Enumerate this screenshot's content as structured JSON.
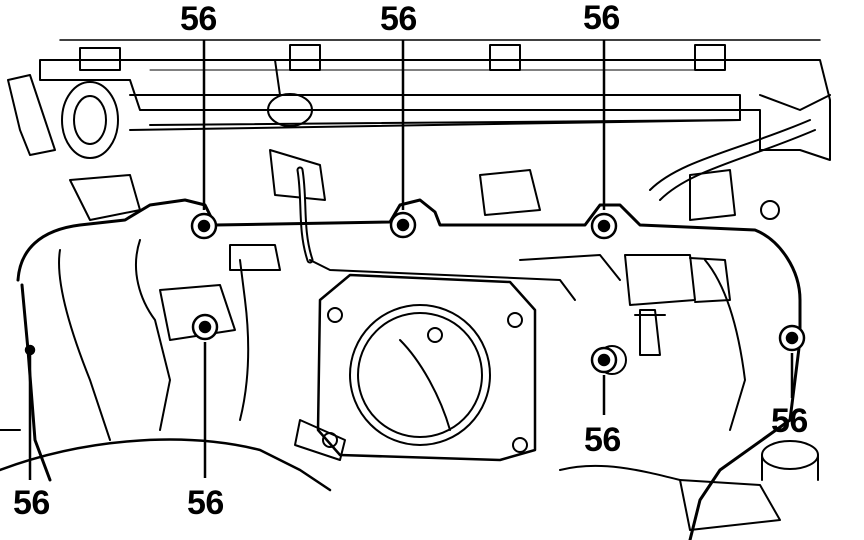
{
  "callouts": {
    "top_left": "56",
    "top_center": "56",
    "top_right": "56",
    "bottom_far_left": "56",
    "bottom_left": "56",
    "lower_right": "56",
    "far_right": "56"
  },
  "colors": {
    "ink": "#000000",
    "paper": "#ffffff"
  }
}
